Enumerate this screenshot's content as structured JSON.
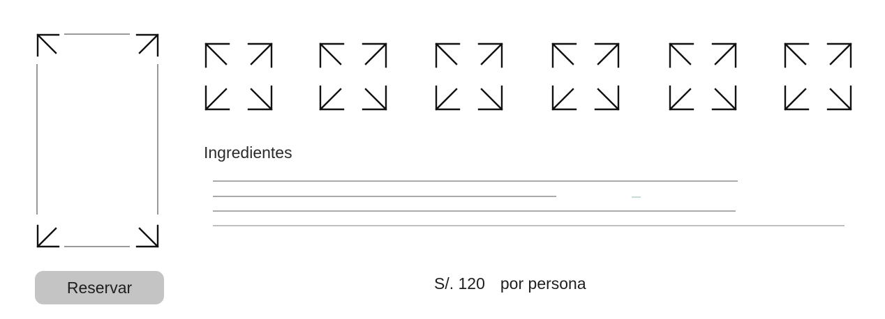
{
  "product": {
    "main_image_icon": "expand-arrows-placeholder-icon",
    "thumbnail_icon": "expand-arrows-placeholder-icon",
    "thumbnail_count": 6
  },
  "ingredients": {
    "label": "Ingredientes"
  },
  "actions": {
    "reserve_label": "Reservar"
  },
  "price": {
    "amount": "S/. 120",
    "unit": "por persona"
  },
  "colors": {
    "button_bg": "#c4c4c4",
    "text": "#1e1e1e",
    "placeholder_stroke": "#111111",
    "line_gray": "#8e8e8e"
  }
}
